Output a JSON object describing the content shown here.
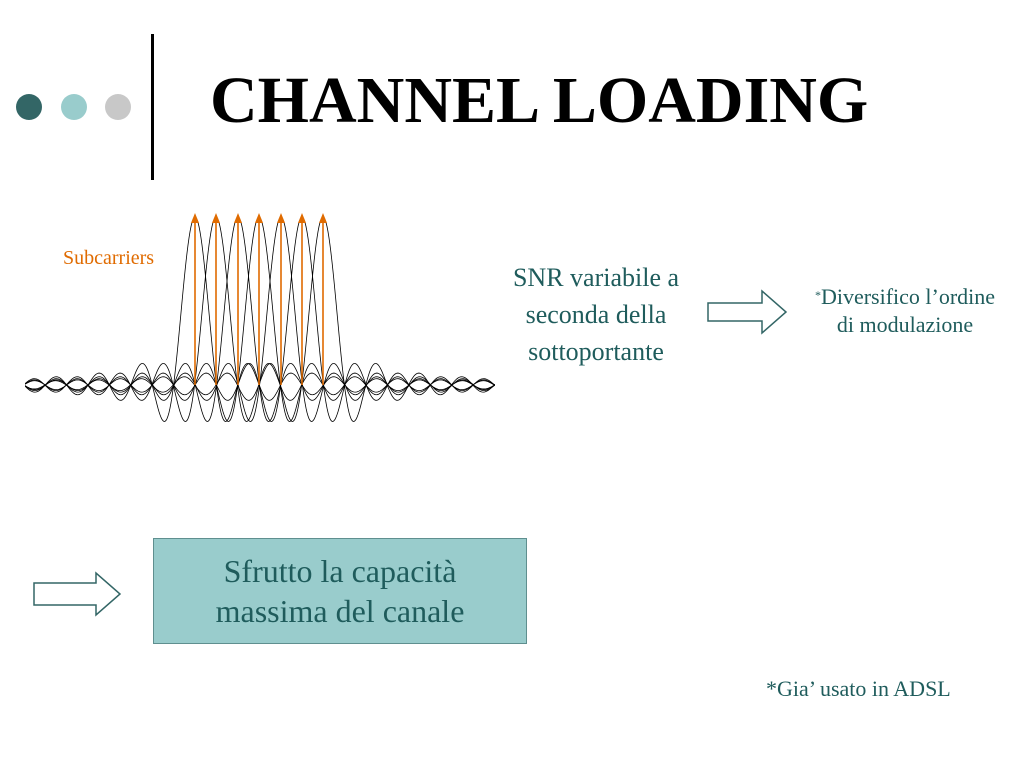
{
  "slide": {
    "title": "CHANNEL LOADING",
    "subcarriers_label": "Subcarriers",
    "snr_line1": "SNR variabile a",
    "snr_line2": "seconda della",
    "snr_line3": "sottoportante",
    "modulation_asterisk": "*",
    "modulation_line1": "Diversifico l’ordine",
    "modulation_line2": "di modulazione",
    "capacity_line1": "Sfrutto la capacità",
    "capacity_line2": "massima del canale",
    "footnote": "*Gia’ usato in ADSL"
  },
  "colors": {
    "accent_dark": "#336666",
    "accent_light": "#99cccc",
    "accent_gray": "#c8c8c8",
    "text_teal": "#1f5c5c",
    "subcarrier_orange": "#e06b00"
  },
  "icons": [
    "bullet-dot",
    "right-arrow-outline"
  ]
}
